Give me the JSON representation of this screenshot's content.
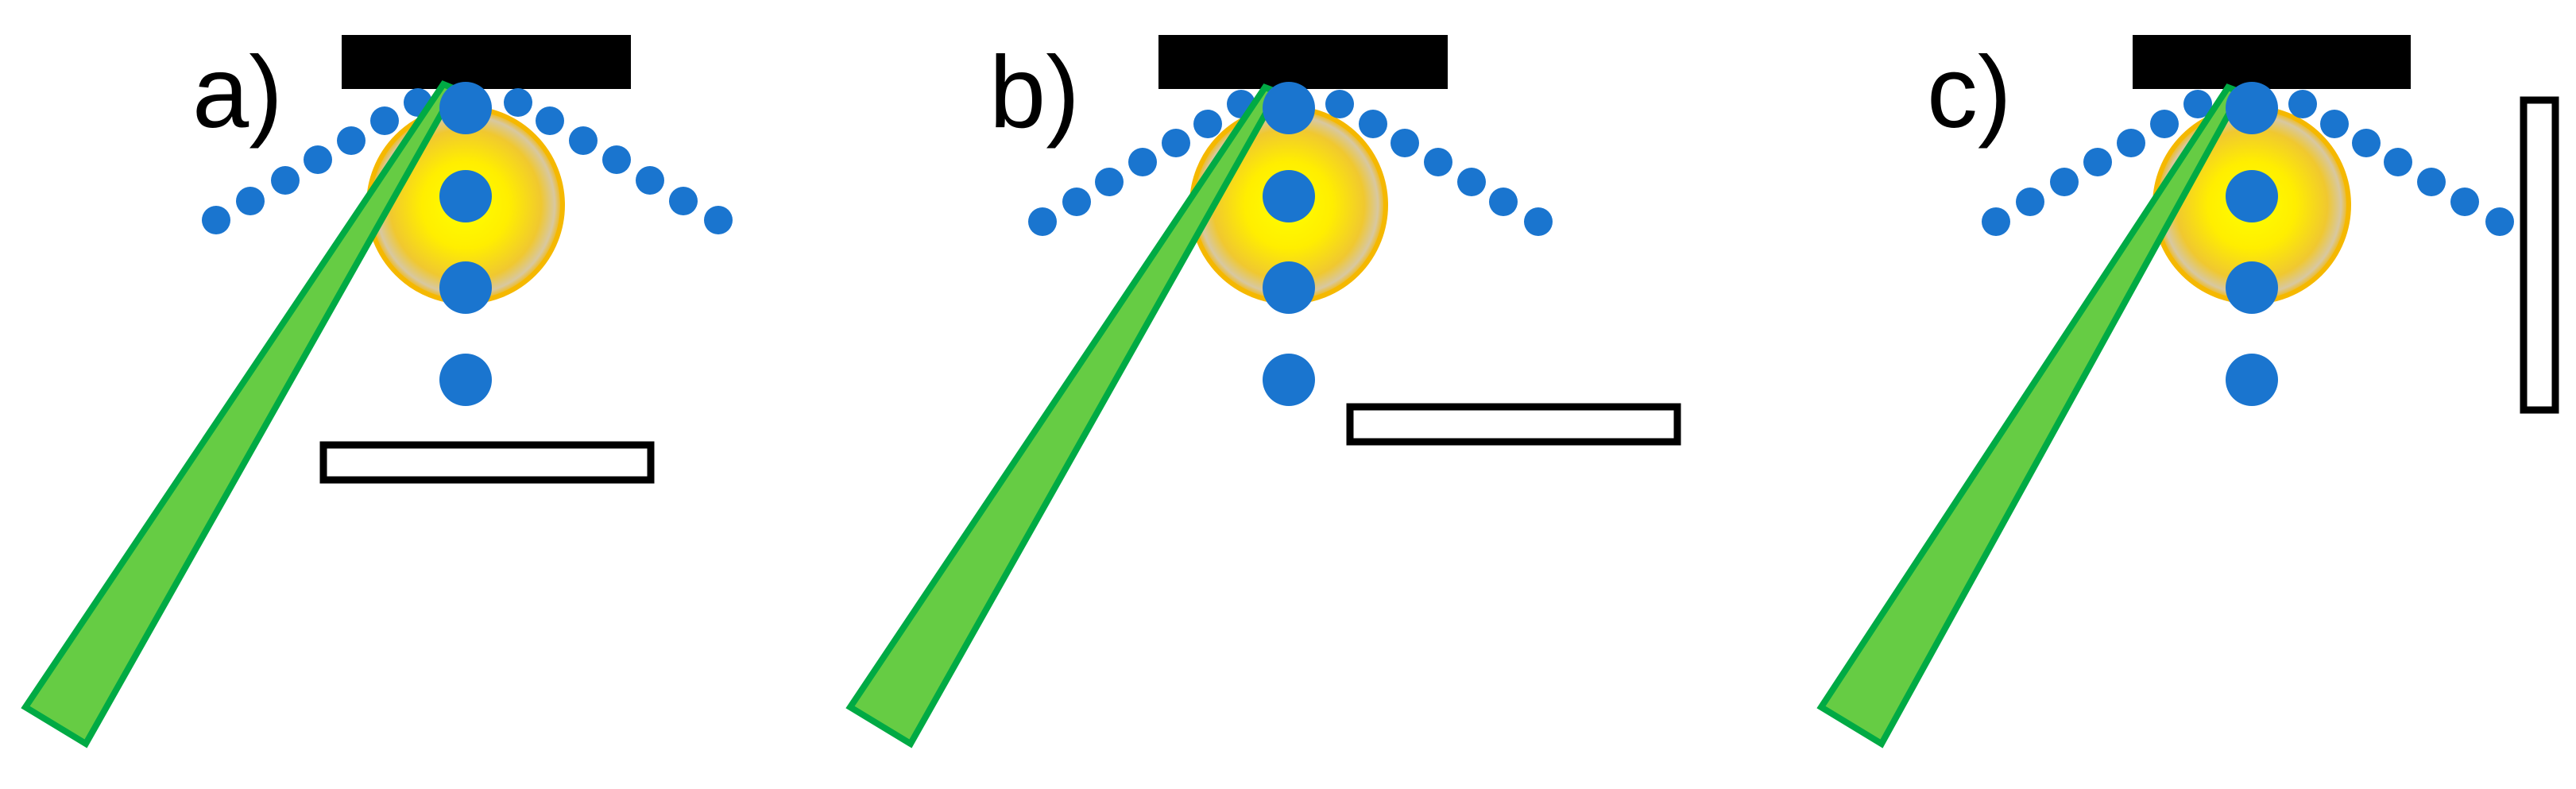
{
  "panels": [
    {
      "id": "a",
      "label": "a)"
    },
    {
      "id": "b",
      "label": "b)"
    },
    {
      "id": "c",
      "label": "c)"
    }
  ],
  "colors": {
    "bar": "#000000",
    "dots": "#1a75cf",
    "cone_fill": "#66cc44",
    "cone_stroke": "#00aa44",
    "particle_core": "#ffff00",
    "particle_edge": "#f7b500",
    "outline_box_stroke": "#000000",
    "outline_box_fill": "#ffffff"
  }
}
